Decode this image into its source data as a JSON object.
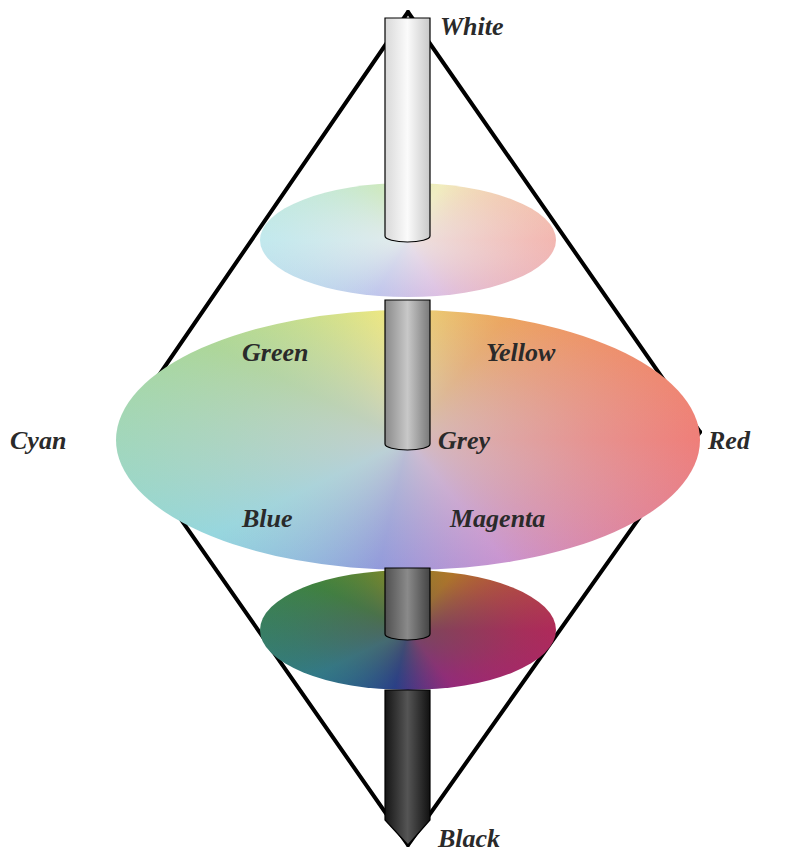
{
  "diagram": {
    "labels": [
      "White",
      "Green",
      "Yellow",
      "Cyan",
      "Grey",
      "Red",
      "Blue",
      "Magenta",
      "Black"
    ]
  }
}
